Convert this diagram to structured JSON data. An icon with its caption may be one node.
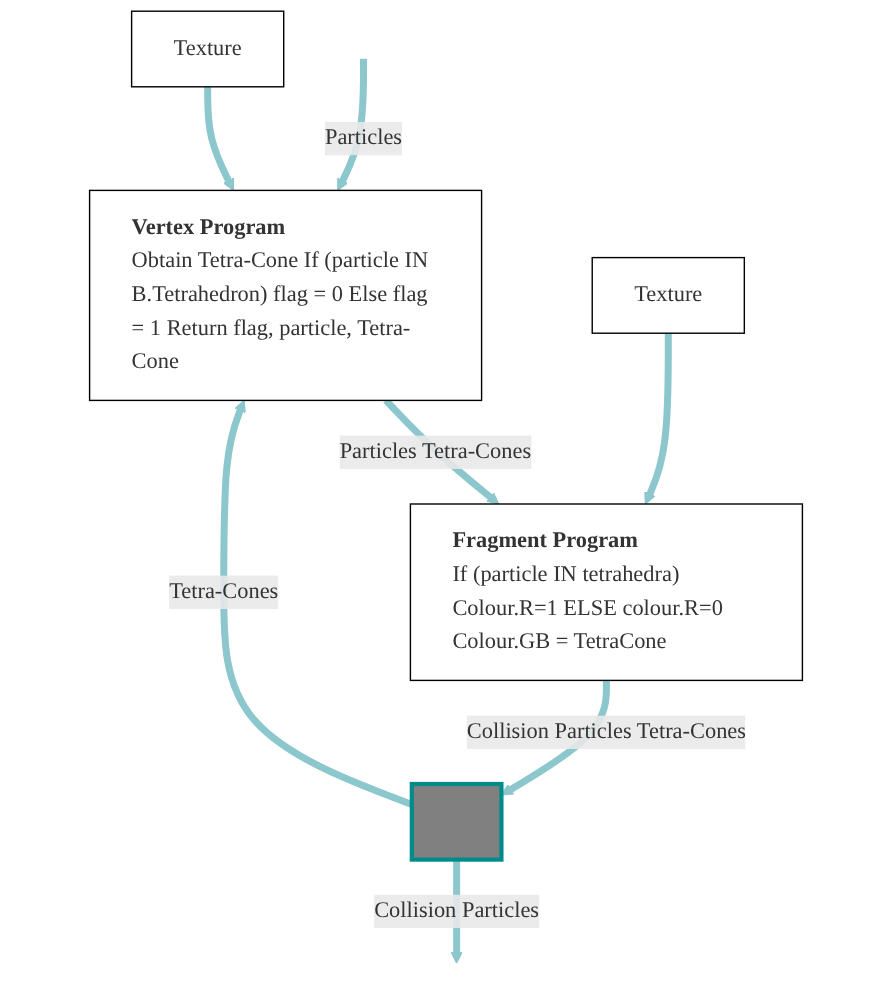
{
  "diagram": {
    "nodes": [
      {
        "text": [
          "Vertex Program",
          "Obtain Tetra-Cone If (particle IN B.Tetrahedron) flag = 0 Else flag = 1 Return flag, particle, Tetra-Cone"
        ]
      },
      {
        "text": [
          "Texture"
        ]
      },
      {
        "text": [
          "Fragment Program",
          "If (particle IN tetrahedra) Colour.R=1 ELSE colour.R=0 Colour.GB = TetraCone"
        ]
      },
      {
        "text": [
          "Texture"
        ]
      },
      {
        "text": [],
        "shape": "picture"
      }
    ],
    "edges": [
      {
        "from": null,
        "to": 0,
        "arrow": "to",
        "label": "Particles"
      },
      {
        "from": 1,
        "to": 0,
        "arrow": "to"
      },
      {
        "from": 0,
        "to": 2,
        "arrow": "to",
        "label": "Particles Tetra-Cones"
      },
      {
        "from": 3,
        "to": 2,
        "arrow": "to"
      },
      {
        "from": 2,
        "to": 4,
        "arrow": "to",
        "label": "Collision Particles Tetra-Cones"
      },
      {
        "from": 4,
        "to": 0,
        "arrow": "to",
        "label": "Tetra-Cones"
      },
      {
        "from": 4,
        "to": null,
        "arrow": "to",
        "label": "Collision Particles"
      }
    ]
  }
}
